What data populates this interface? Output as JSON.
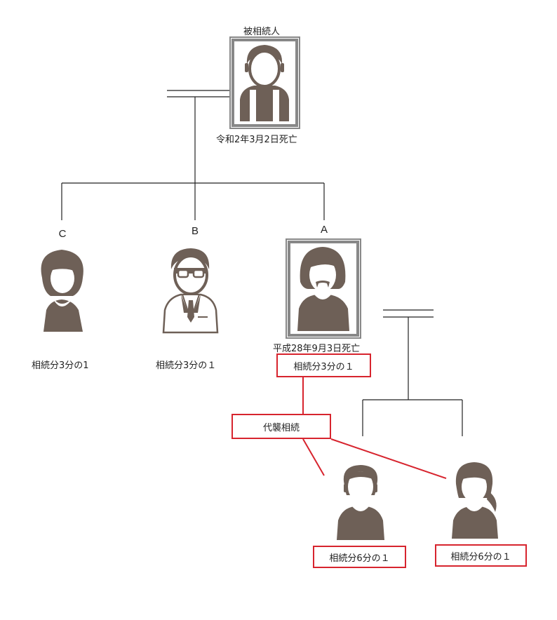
{
  "deceased": {
    "heading": "被相続人",
    "death": "令和2年3月2日死亡"
  },
  "children": {
    "c": {
      "letter": "C",
      "share": "相続分3分の1"
    },
    "b": {
      "letter": "B",
      "share": "相続分3分の１"
    },
    "a": {
      "letter": "A",
      "death": "平成28年9月3日死亡",
      "share": "相続分3分の１"
    }
  },
  "representation": {
    "label": "代襲相続"
  },
  "grandchildren": {
    "g1": {
      "share": "相続分6分の１"
    },
    "g2": {
      "share": "相続分6分の１"
    }
  },
  "colors": {
    "figure": "#6e6057",
    "frame": "#888888",
    "highlight": "#d7242e",
    "line": "#222222"
  }
}
